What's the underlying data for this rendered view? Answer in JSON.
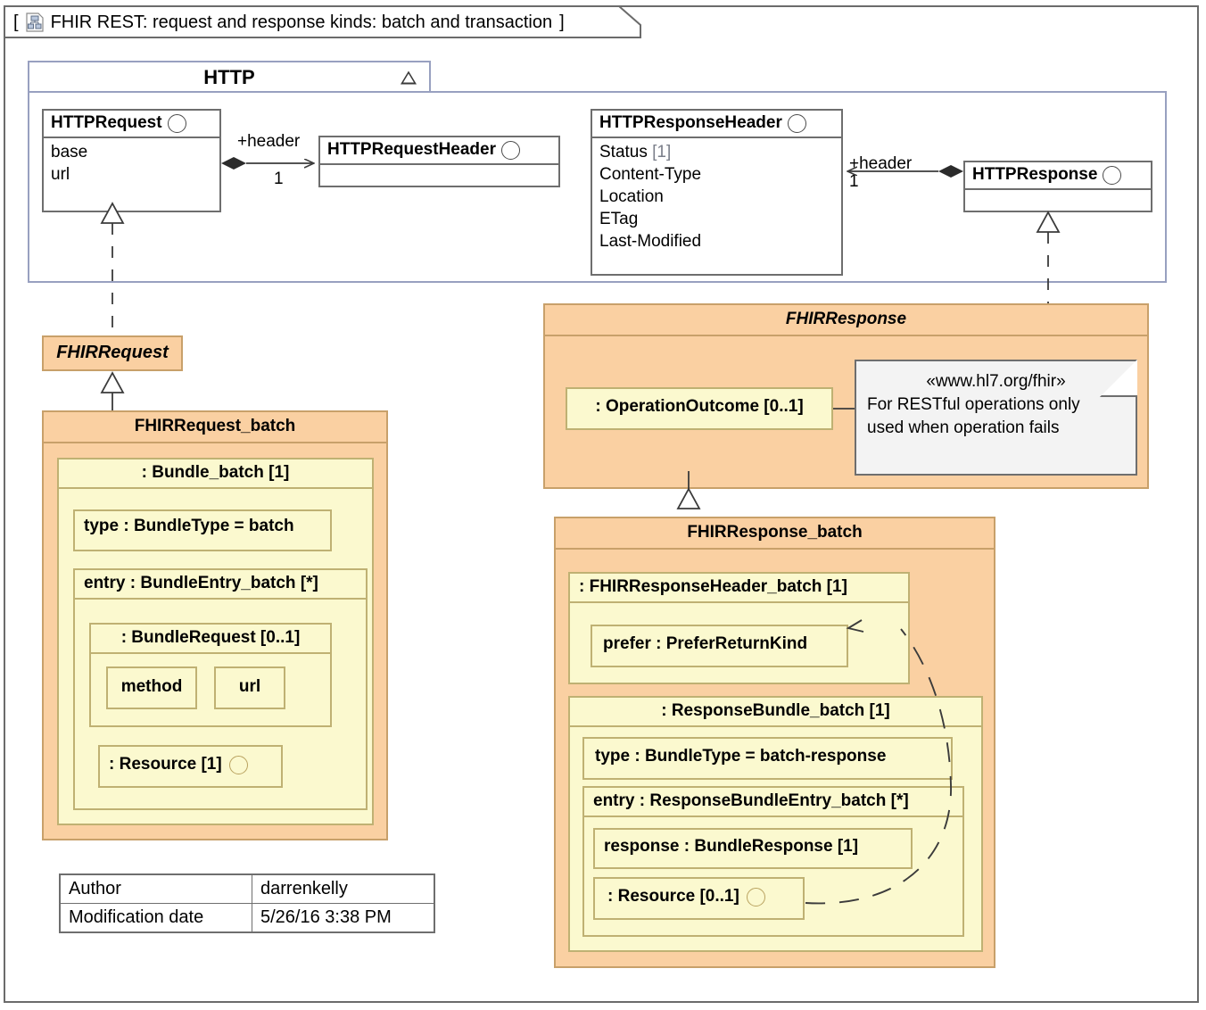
{
  "diagram": {
    "title": "FHIR REST: request and response kinds: batch and transaction",
    "title_open_bracket": "[",
    "title_close_bracket": "]",
    "icon": "class-diagram-icon"
  },
  "package": {
    "name": "HTTP",
    "collapse_icon": "triangle-up-icon"
  },
  "classes": {
    "http_request": {
      "name": "HTTPRequest",
      "icon": "circle-port-icon",
      "attributes": [
        "base",
        "url"
      ]
    },
    "http_request_header": {
      "name": "HTTPRequestHeader",
      "icon": "circle-port-icon",
      "attributes": []
    },
    "http_response_header": {
      "name": "HTTPResponseHeader",
      "icon": "circle-port-icon",
      "attributes": [
        {
          "label": "Status",
          "mult": "[1]"
        },
        {
          "label": "Content-Type",
          "mult": ""
        },
        {
          "label": "Location",
          "mult": ""
        },
        {
          "label": "ETag",
          "mult": ""
        },
        {
          "label": "Last-Modified",
          "mult": ""
        }
      ]
    },
    "http_response": {
      "name": "HTTPResponse",
      "icon": "circle-port-icon",
      "attributes": []
    }
  },
  "associations": {
    "request_header": {
      "role": "+header",
      "multiplicity": "1"
    },
    "response_header": {
      "role": "+header",
      "multiplicity": "1"
    }
  },
  "fhir_request": {
    "stereotype_box": "FHIRRequest",
    "batch": {
      "title": "FHIRRequest_batch",
      "bundle": {
        "title": ": Bundle_batch [1]",
        "type_prop": "type : BundleType = batch",
        "entry": {
          "title": "entry : BundleEntry_batch [*]",
          "bundle_request": {
            "title": ": BundleRequest [0..1]",
            "fields": [
              "method",
              "url"
            ]
          },
          "resource": {
            "label": ": Resource [1]",
            "icon": "circle-port-icon"
          }
        }
      }
    }
  },
  "fhir_response": {
    "title": "FHIRResponse",
    "operation_outcome": ": OperationOutcome [0..1]",
    "note": {
      "stereotype": "«www.hl7.org/fhir»",
      "line1": "For RESTful operations only",
      "line2": "used when operation fails"
    },
    "batch": {
      "title": "FHIRResponse_batch",
      "header": {
        "title": ": FHIRResponseHeader_batch [1]",
        "prefer": "prefer : PreferReturnKind"
      },
      "bundle": {
        "title": ": ResponseBundle_batch [1]",
        "type_prop": "type : BundleType = batch-response",
        "entry": {
          "title": "entry : ResponseBundleEntry_batch [*]",
          "response": "response : BundleResponse [1]",
          "resource": {
            "label": ": Resource [0..1]",
            "icon": "circle-port-icon"
          }
        }
      }
    }
  },
  "info_table": {
    "rows": [
      {
        "key": "Author",
        "value": "darrenkelly"
      },
      {
        "key": "Modification date",
        "value": "5/26/16 3:38 PM"
      }
    ]
  },
  "colors": {
    "orange_fill": "#fad0a2",
    "orange_border": "#c8a06a",
    "yellow_fill": "#fbf9cf",
    "yellow_border": "#bfb173",
    "package_border": "#98a0c0",
    "line": "#4a4a4a",
    "note_fill": "#f3f3f3",
    "multiplicity_text": "#7b7f8a"
  }
}
